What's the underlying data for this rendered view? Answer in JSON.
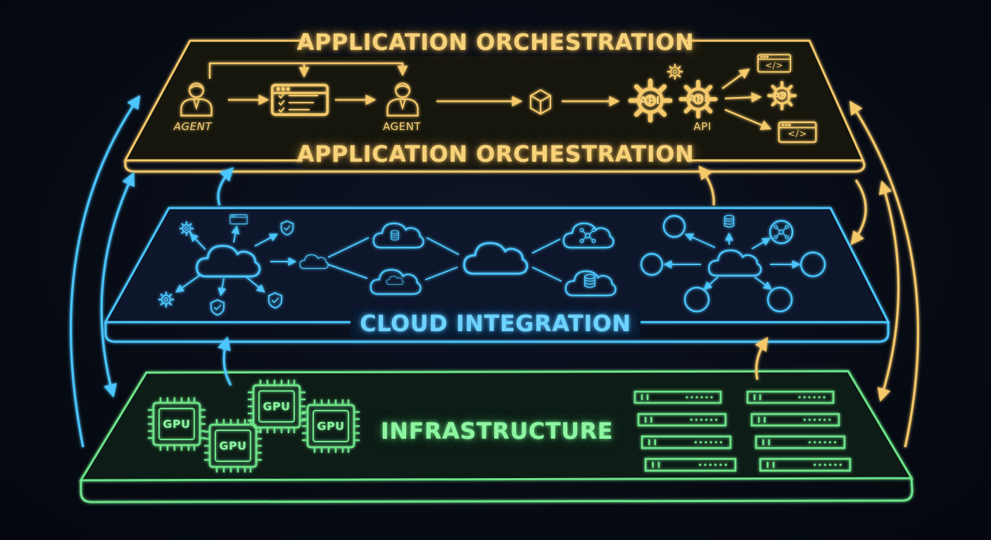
{
  "layers": {
    "app": {
      "top_title": "APPLICATION ORCHESTRATION",
      "bottom_title": "APPLICATION ORCHESTRATION",
      "color": "#f5c96a"
    },
    "cloud": {
      "title": "CLOUD INTEGRATION",
      "color": "#4cc6ff"
    },
    "infra": {
      "title": "INFRASTRUCTURE",
      "color": "#6ee58a"
    }
  },
  "app_nodes": {
    "agent_1": "AGENT",
    "agent_2": "AGENT",
    "api_gear_1": "API",
    "api_gear_2": "API",
    "api_gear_3": "API",
    "api_caption": "API",
    "code_glyph": "</>"
  },
  "gpu_chips": [
    "GPU",
    "GPU",
    "GPU",
    "GPU"
  ],
  "icons": {
    "agent": "user-icon",
    "task": "checklist-icon",
    "cube": "cube-icon",
    "gear": "gear-icon",
    "window": "code-window-icon",
    "cloud": "cloud-icon",
    "database": "database-icon",
    "network": "network-icon",
    "shield": "shield-icon",
    "server": "server-rack-icon",
    "chip": "gpu-chip-icon"
  }
}
